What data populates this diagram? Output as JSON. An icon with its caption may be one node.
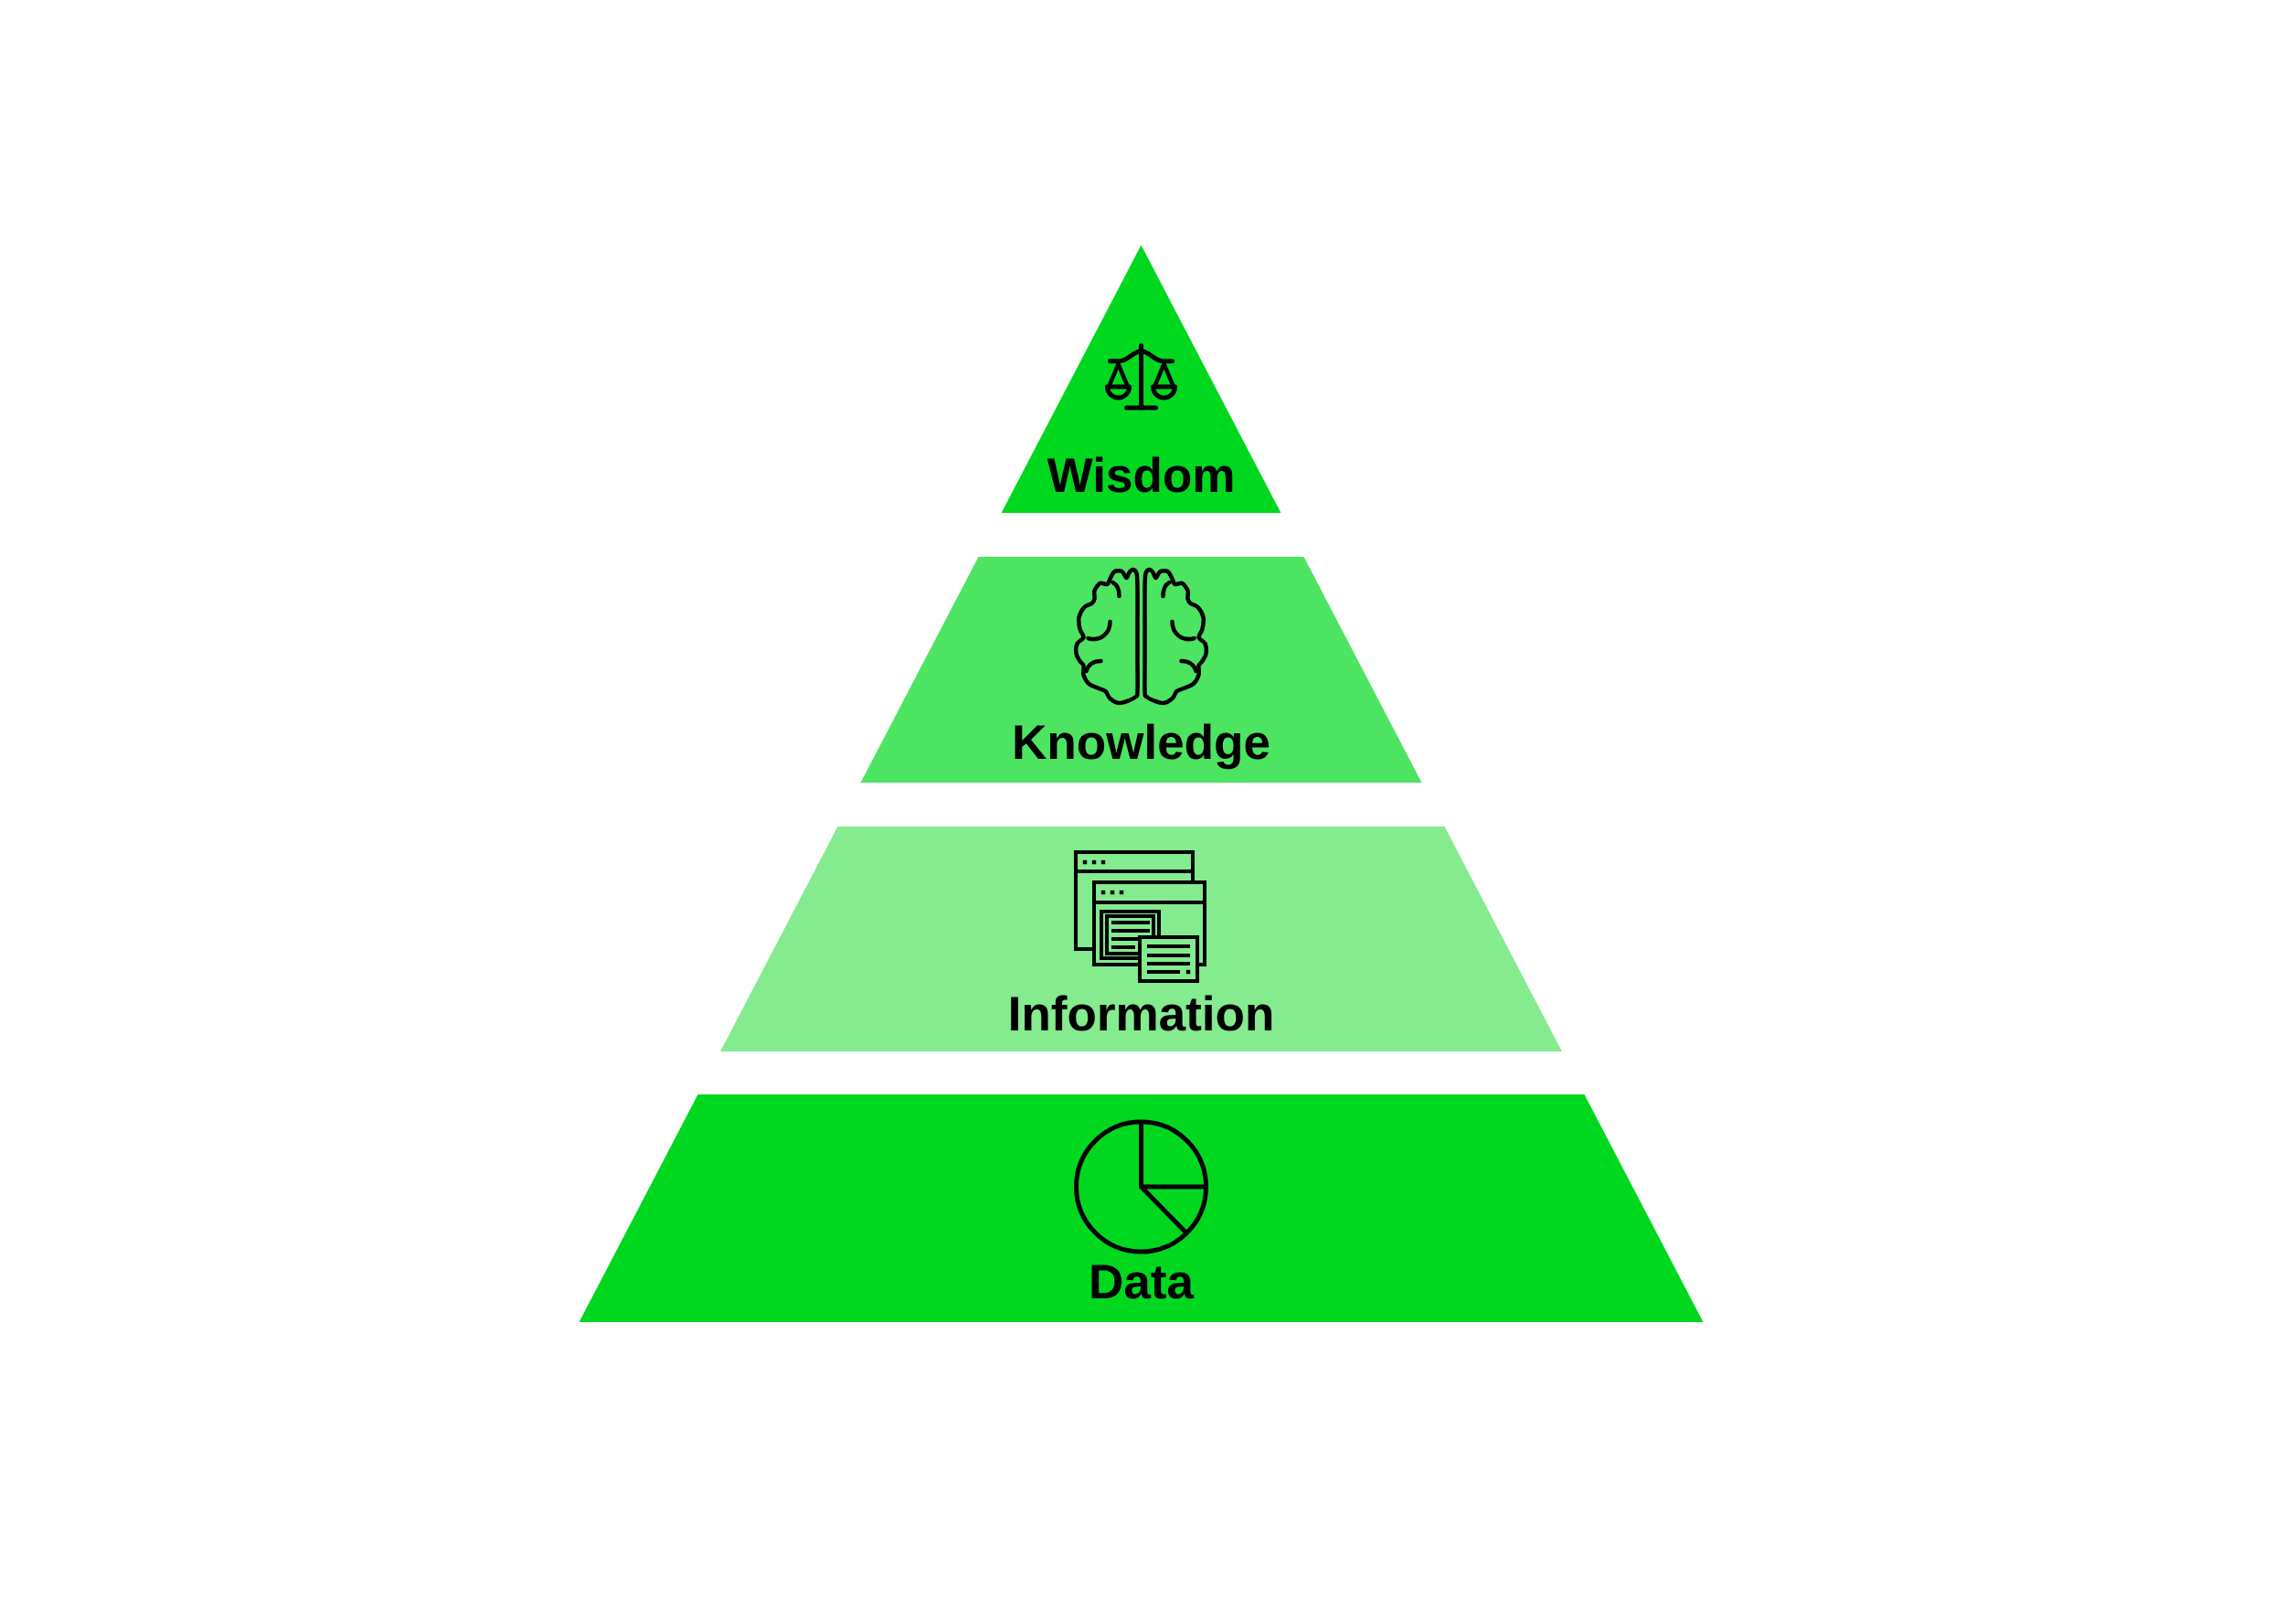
{
  "diagram": {
    "nodes": [
      {
        "text": [
          "Wisdom"
        ]
      },
      {
        "text": [
          "Knowledge"
        ]
      },
      {
        "text": [
          "Information"
        ]
      },
      {
        "text": [
          "Data"
        ]
      }
    ]
  }
}
